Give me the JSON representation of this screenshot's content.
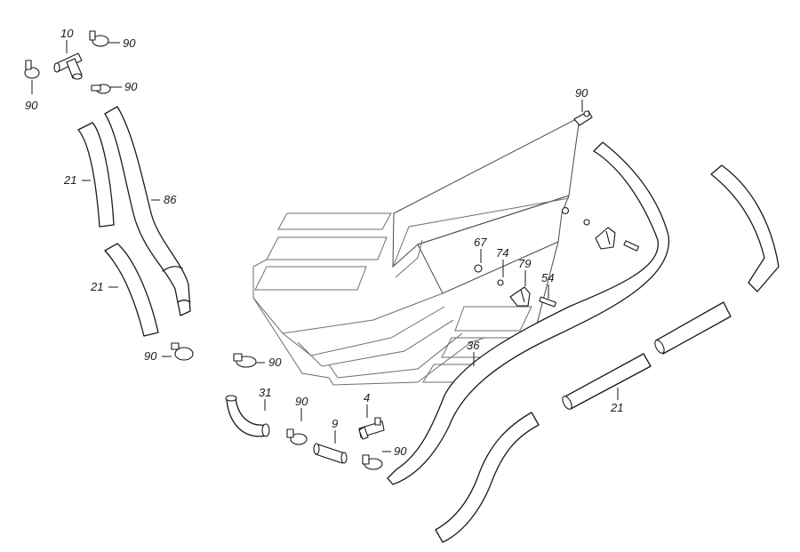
{
  "diagram": {
    "labels": [
      {
        "id": "10-top",
        "text": "10"
      },
      {
        "id": "90-top-right",
        "text": "90"
      },
      {
        "id": "90-top-left",
        "text": "90"
      },
      {
        "id": "90-upper",
        "text": "90"
      },
      {
        "id": "21-left",
        "text": "21"
      },
      {
        "id": "86",
        "text": "86"
      },
      {
        "id": "21-left-lower",
        "text": "21"
      },
      {
        "id": "90-mid-left",
        "text": "90"
      },
      {
        "id": "90-clamp-center",
        "text": "90"
      },
      {
        "id": "31",
        "text": "31"
      },
      {
        "id": "90-lower-mid",
        "text": "90"
      },
      {
        "id": "9",
        "text": "9"
      },
      {
        "id": "4",
        "text": "4"
      },
      {
        "id": "90-lower-right",
        "text": "90"
      },
      {
        "id": "90-bracket",
        "text": "90"
      },
      {
        "id": "67",
        "text": "67"
      },
      {
        "id": "74",
        "text": "74"
      },
      {
        "id": "79",
        "text": "79"
      },
      {
        "id": "54",
        "text": "54"
      },
      {
        "id": "36",
        "text": "36"
      },
      {
        "id": "21-right",
        "text": "21"
      }
    ]
  }
}
